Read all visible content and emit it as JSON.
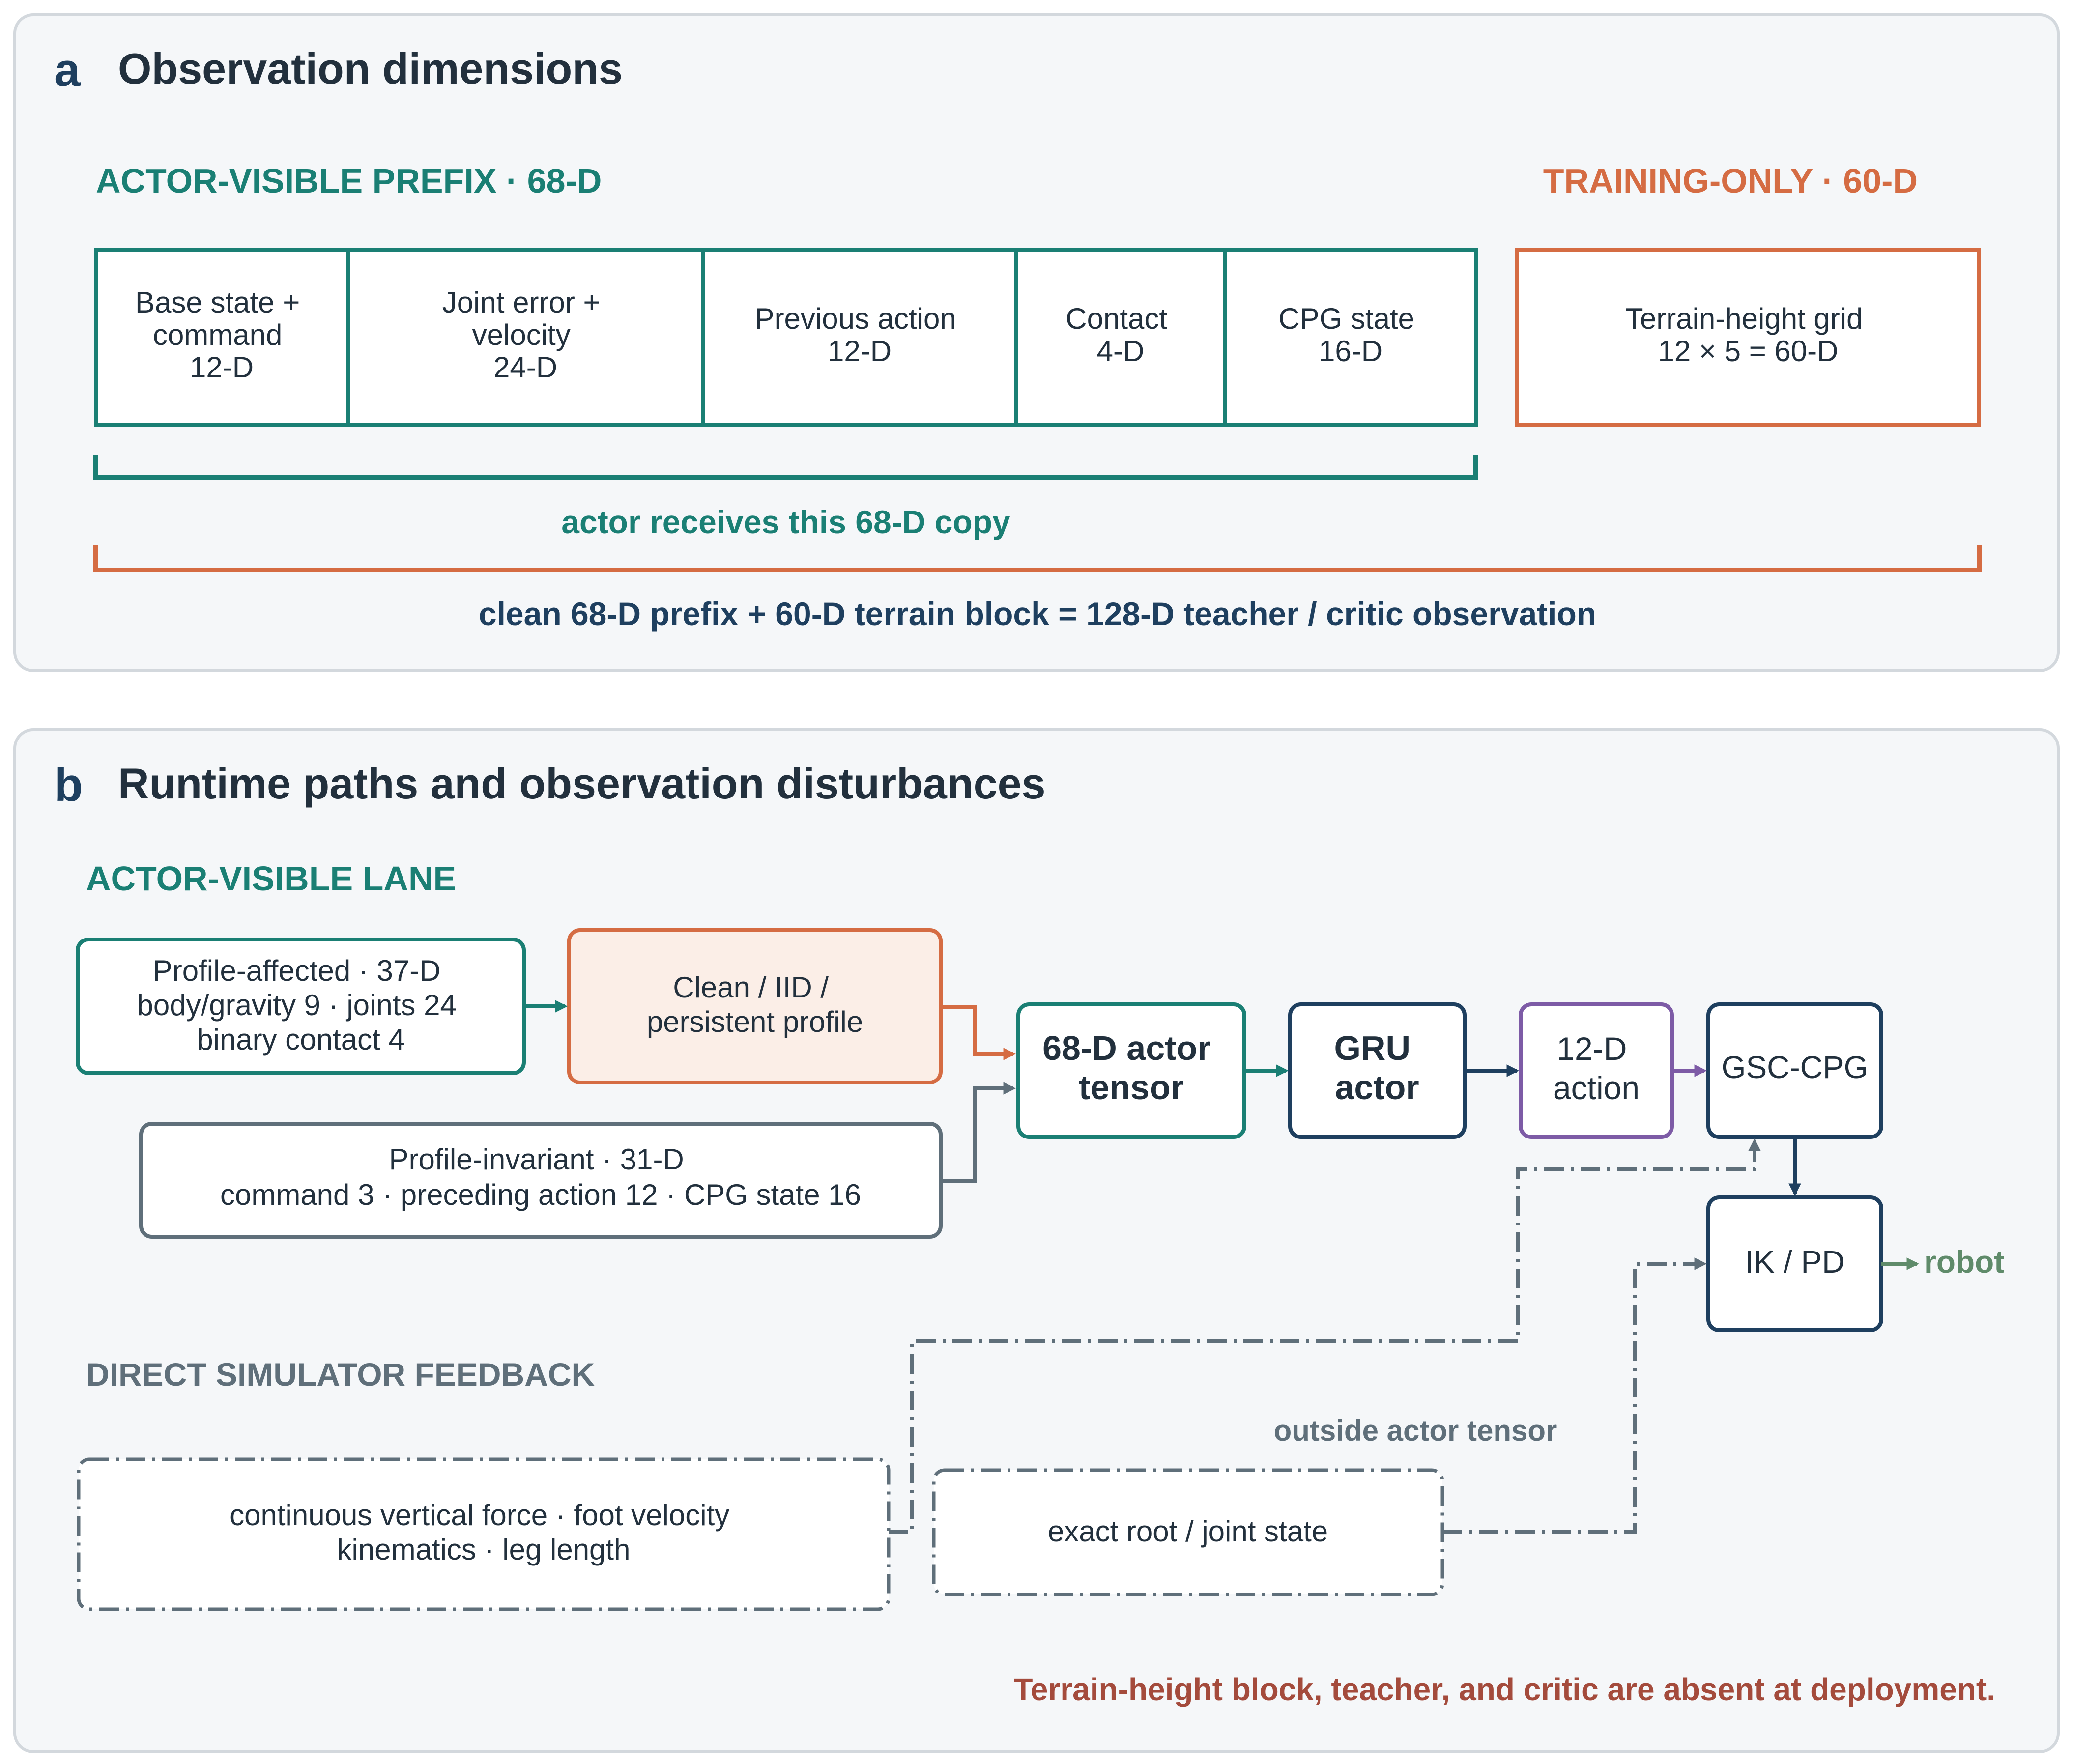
{
  "colors": {
    "teal": "#1a7f74",
    "orange": "#d56c43",
    "navy": "#1e3f5f",
    "slate": "#5f6f7a",
    "purple": "#7d5ba6",
    "green": "#5f8b6a",
    "red": "#a44b3c",
    "dark": "#22303d",
    "panel": "#f5f7f9",
    "panel_border": "#d3d8dd"
  },
  "panel_a": {
    "letter": "a",
    "title": "Observation dimensions",
    "actor_header": "ACTOR-VISIBLE PREFIX · 68-D",
    "training_header": "TRAINING-ONLY · 60-D",
    "blocks": [
      {
        "lines": [
          "Base state +",
          "command",
          "12-D"
        ]
      },
      {
        "lines": [
          "Joint error +",
          "velocity",
          "24-D"
        ]
      },
      {
        "lines": [
          "Previous action",
          "12-D"
        ]
      },
      {
        "lines": [
          "Contact",
          "4-D"
        ]
      },
      {
        "lines": [
          "CPG state",
          "16-D"
        ]
      }
    ],
    "terrain_block": {
      "lines": [
        "Terrain-height grid",
        "12 × 5 = 60-D"
      ]
    },
    "actor_caption": "actor receives this 68-D copy",
    "teacher_caption": "clean 68-D prefix + 60-D terrain block = 128-D teacher / critic observation"
  },
  "panel_b": {
    "letter": "b",
    "title": "Runtime paths and observation disturbances",
    "lane_header": "ACTOR-VISIBLE LANE",
    "profile_affected": {
      "lines": [
        "Profile-affected · 37-D",
        "body/gravity 9 · joints 24",
        "binary contact 4"
      ]
    },
    "clean_iid": {
      "lines": [
        "Clean / IID /",
        "persistent profile"
      ]
    },
    "profile_invariant": {
      "lines": [
        "Profile-invariant · 31-D",
        "command 3 · preceding action 12 · CPG state 16"
      ]
    },
    "actor_tensor": {
      "lines": [
        "68-D actor",
        "tensor"
      ]
    },
    "gru_actor": {
      "lines": [
        "GRU",
        "actor"
      ]
    },
    "action": {
      "lines": [
        "12-D",
        "action"
      ]
    },
    "gsc_cpg": "GSC-CPG",
    "ik_pd": "IK / PD",
    "robot": "robot",
    "feedback_header": "DIRECT SIMULATOR FEEDBACK",
    "outside_label": "outside actor tensor",
    "sim_feedback": {
      "lines": [
        "continuous vertical force · foot velocity",
        "kinematics · leg length"
      ]
    },
    "exact_state": "exact root / joint state",
    "footnote": "Terrain-height block, teacher, and critic are absent at deployment."
  }
}
